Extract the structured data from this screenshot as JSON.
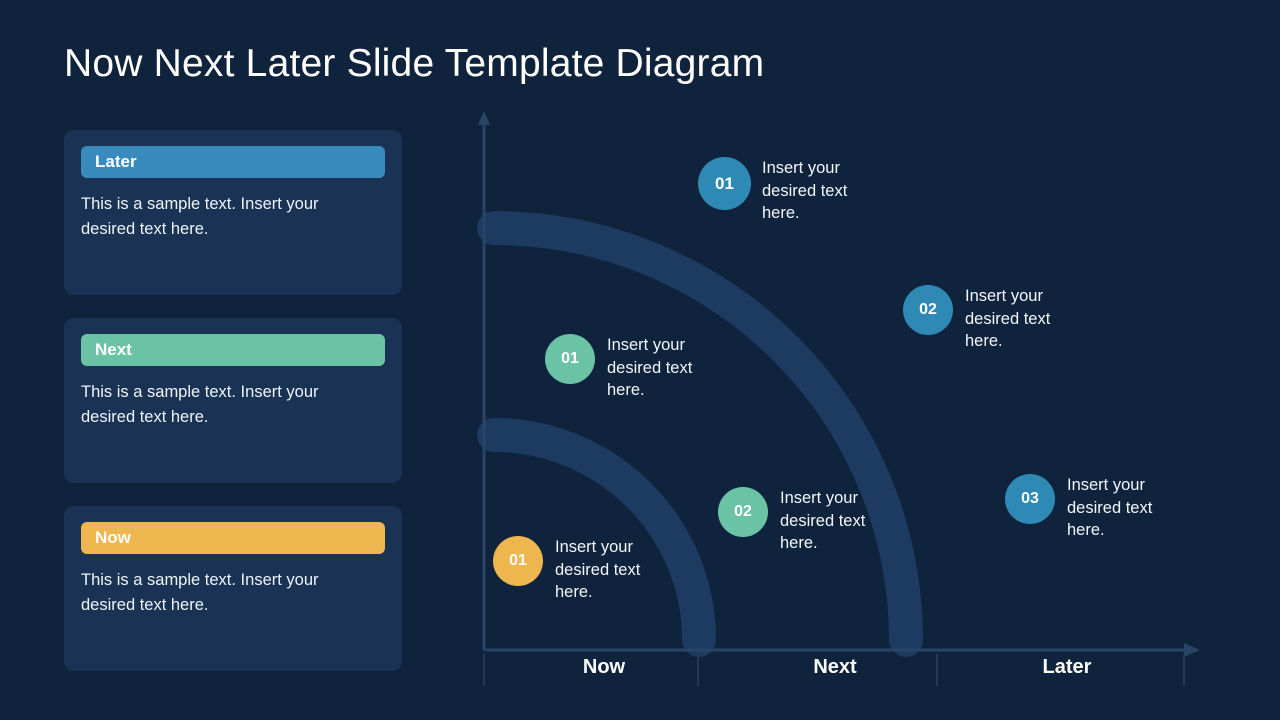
{
  "slide": {
    "title": "Now Next Later Slide Template Diagram",
    "background_color": "#10233c"
  },
  "cards": [
    {
      "label": "Later",
      "header_color": "#3a8bbd",
      "body": "This is a sample text. Insert your desired text here."
    },
    {
      "label": "Next",
      "header_color": "#6bc3a6",
      "body": "This is a sample text. Insert your desired text here."
    },
    {
      "label": "Now",
      "header_color": "#edb64e",
      "body": "This is a sample text. Insert your desired text here."
    }
  ],
  "chart_data": {
    "type": "diagram",
    "title": "Now Next Later Slide Template Diagram",
    "xlabel": "",
    "ylabel": "",
    "axis_color": "#2b4straight",
    "categories": [
      "Now",
      "Next",
      "Later"
    ],
    "arcs": [
      {
        "name": "outer-arc",
        "color": "#1d3a61",
        "radius": 460,
        "thickness": 34
      },
      {
        "name": "inner-arc",
        "color": "#1d3a61",
        "radius": 250,
        "thickness": 34
      }
    ],
    "markers": [
      {
        "id": "now-01",
        "number": "01",
        "color": "#edb64e",
        "group": "Now",
        "text": "Insert your desired text here."
      },
      {
        "id": "next-01",
        "number": "01",
        "color": "#6bc3a6",
        "group": "Next",
        "text": "Insert your desired text here."
      },
      {
        "id": "next-02",
        "number": "02",
        "color": "#6bc3a6",
        "group": "Next",
        "text": "Insert your desired text here."
      },
      {
        "id": "later-01",
        "number": "01",
        "color": "#2f89b5",
        "group": "Later",
        "text": "Insert your desired text here."
      },
      {
        "id": "later-02",
        "number": "02",
        "color": "#2f89b5",
        "group": "Later",
        "text": "Insert your desired text here."
      },
      {
        "id": "later-03",
        "number": "03",
        "color": "#2f89b5",
        "group": "Later",
        "text": "Insert your desired text here."
      }
    ]
  },
  "axis": {
    "labels": [
      "Now",
      "Next",
      "Later"
    ]
  }
}
